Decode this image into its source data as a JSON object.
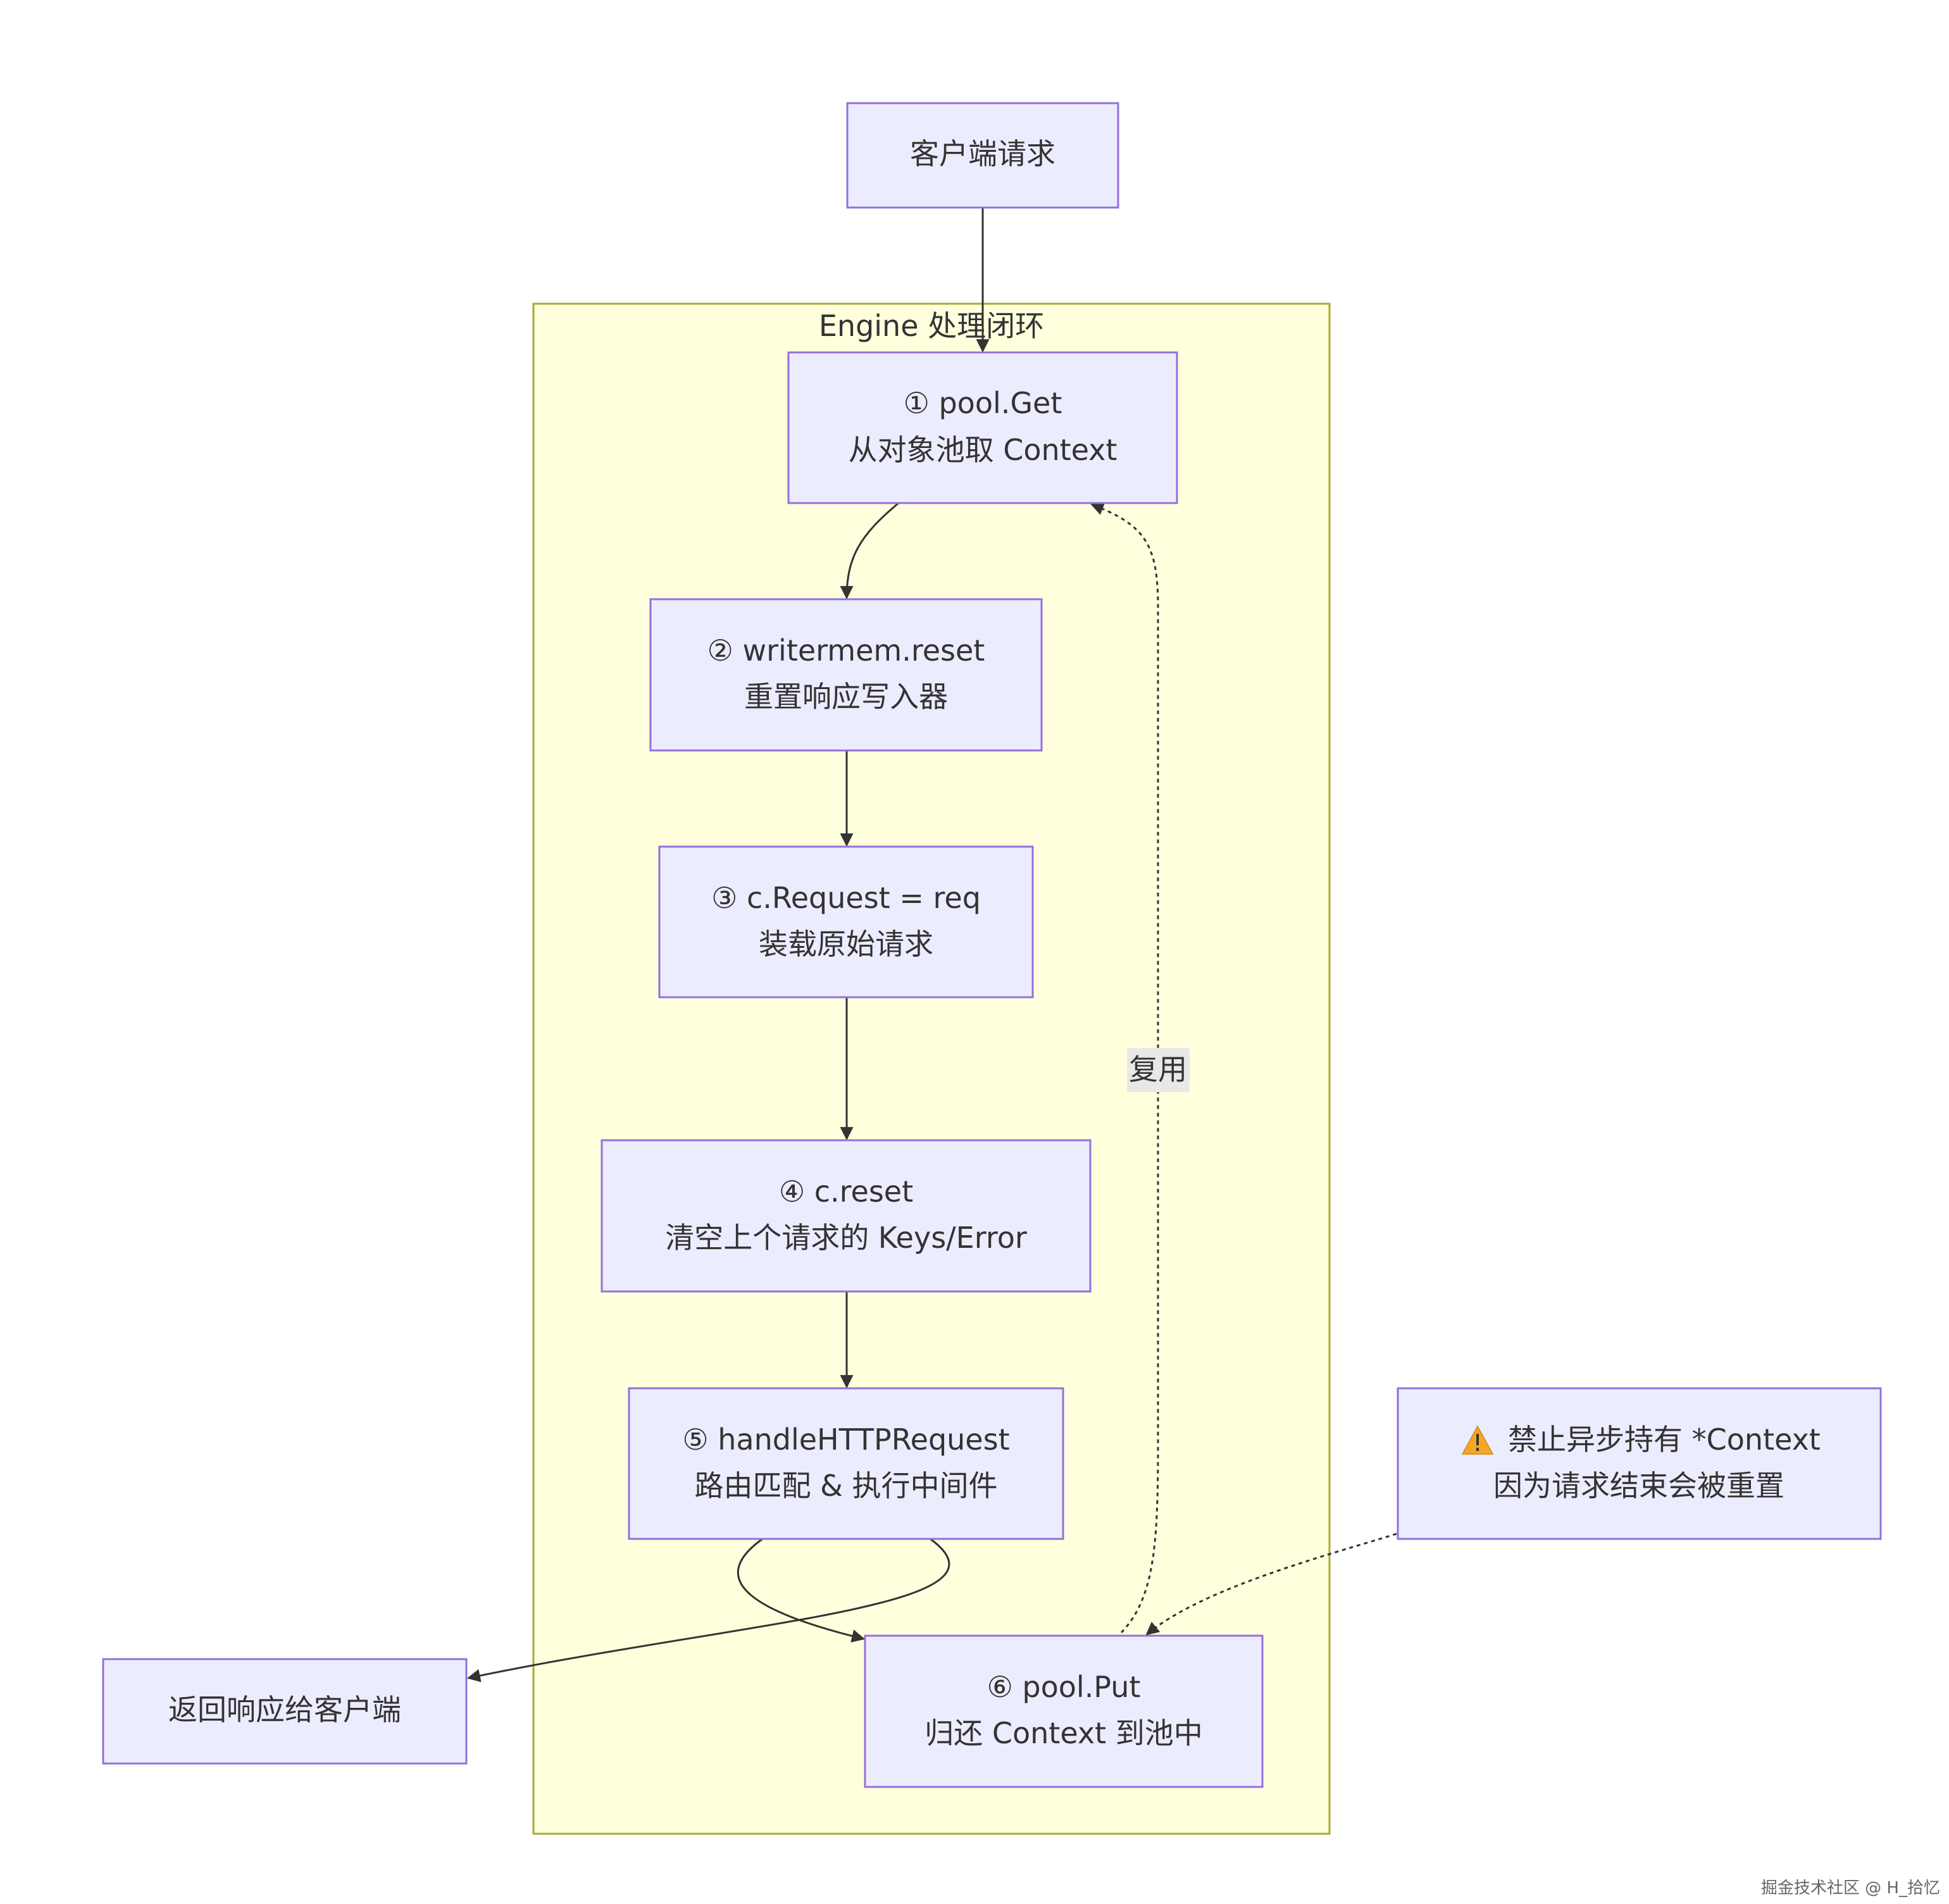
{
  "cluster": {
    "title": "Engine 处理闭环"
  },
  "nodes": {
    "client_request": {
      "line1": "客户端请求"
    },
    "pool_get": {
      "line1": "① pool.Get",
      "line2": "从对象池取 Context"
    },
    "writermem_reset": {
      "line1": "② writermem.reset",
      "line2": "重置响应写入器"
    },
    "request_assign": {
      "line1": "③ c.Request = req",
      "line2": "装载原始请求"
    },
    "c_reset": {
      "line1": "④ c.reset",
      "line2": "清空上个请求的 Keys/Error"
    },
    "handle_http": {
      "line1": "⑤ handleHTTPRequest",
      "line2": "路由匹配 & 执行中间件"
    },
    "pool_put": {
      "line1": "⑥ pool.Put",
      "line2": "归还 Context 到池中"
    },
    "return_response": {
      "line1": "返回响应给客户端"
    },
    "warning_note": {
      "icon": "warning-icon",
      "line1": "禁止异步持有 *Context",
      "line2": "因为请求结束会被重置"
    }
  },
  "edges": {
    "reuse_label": "复用"
  },
  "watermark": "掘金技术社区 @ H_拾忆",
  "colors": {
    "node_fill": "#ECECFF",
    "node_stroke": "#9370DB",
    "cluster_fill": "#FFFFDE",
    "cluster_stroke": "#AAAA33",
    "edge": "#333333",
    "warning": "#F5A623"
  }
}
